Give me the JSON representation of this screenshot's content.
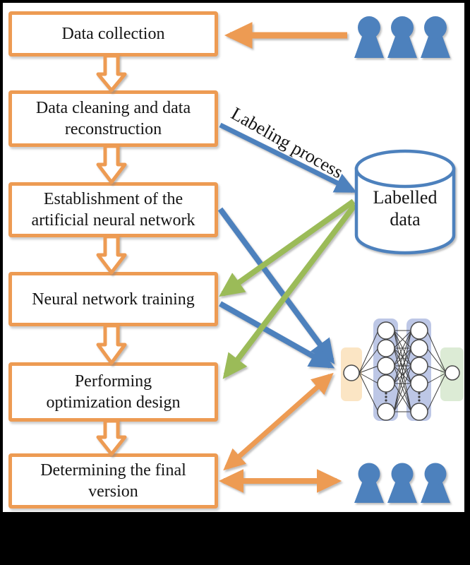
{
  "flow": {
    "steps": [
      {
        "id": "data-collection",
        "label": "Data collection"
      },
      {
        "id": "data-cleaning",
        "label": "Data cleaning and data\nreconstruction"
      },
      {
        "id": "ann-establishment",
        "label": "Establishment of the\nartificial neural network"
      },
      {
        "id": "nn-training",
        "label": "Neural network training"
      },
      {
        "id": "optimization",
        "label": "Performing\noptimization design"
      },
      {
        "id": "final-version",
        "label": "Determining the final\nversion"
      }
    ]
  },
  "annotations": {
    "labeling_process": "Labeling process",
    "labelled_data": "Labelled\ndata"
  },
  "icons": {
    "people_top": "people-group-icon",
    "people_bottom": "people-group-icon",
    "database": "database-cylinder-icon",
    "neural_network": "neural-network-icon",
    "flow_connector": "block-arrow-down-icon"
  },
  "connections": [
    {
      "from": "people (top)",
      "to": "Data collection",
      "color": "orange",
      "double": false
    },
    {
      "from": "Data cleaning and data reconstruction",
      "to": "Labelled data",
      "color": "blue",
      "double": false,
      "label": "Labeling process"
    },
    {
      "from": "Establishment of the artificial neural network",
      "to": "neural network",
      "color": "blue",
      "double": false
    },
    {
      "from": "Neural network training",
      "to": "neural network",
      "color": "blue",
      "double": false
    },
    {
      "from": "Labelled data",
      "to": "Neural network training",
      "color": "green",
      "double": false
    },
    {
      "from": "Labelled data",
      "to": "Performing optimization design",
      "color": "green",
      "double": false
    },
    {
      "from": "Determining the final version",
      "to": "neural network",
      "color": "orange",
      "double": true
    },
    {
      "from": "Determining the final version",
      "to": "people (bottom)",
      "color": "orange",
      "double": true
    }
  ],
  "colors": {
    "orange": "#ED9B53",
    "blue": "#4E81BD",
    "green": "#9BBB59",
    "nnInput": "#FBE5C4",
    "nnHidden": "#BDC7E6",
    "nnOutput": "#DCEBD5"
  }
}
